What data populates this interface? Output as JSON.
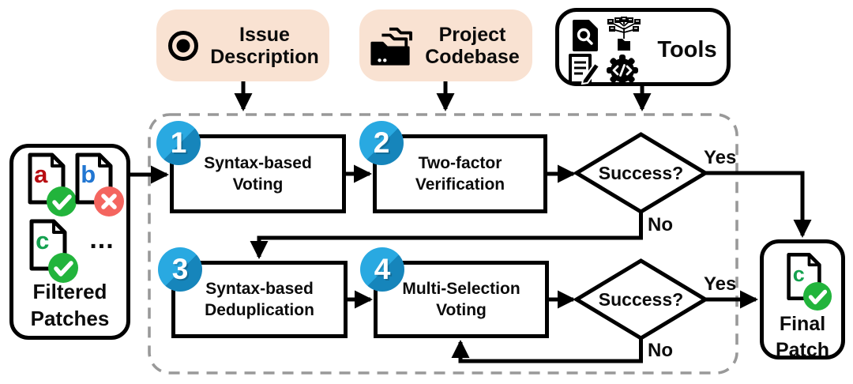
{
  "colors": {
    "panel_peach": "#f9e2d2",
    "badge_blue": "#29a9e1",
    "badge_blue_dark": "#1685bb",
    "status_green": "#22b43c",
    "status_red": "#f4655f",
    "letter_a_red": "#b80d12",
    "letter_b_blue": "#2176d2",
    "letter_c_green": "#14a14f",
    "dash_gray": "#999999",
    "line_black": "#000000"
  },
  "inputs": {
    "issue": {
      "label": "Issue\nDescription",
      "icon": "bullseye-icon"
    },
    "codebase": {
      "label": "Project\nCodebase",
      "icon": "folder-stack-icon"
    },
    "tools": {
      "label": "Tools",
      "icons": [
        "file-search-icon",
        "repo-map-icon",
        "edit-doc-icon",
        "code-gear-icon"
      ]
    }
  },
  "filtered": {
    "title": "Filtered\nPatches",
    "ellipsis": "...",
    "files": [
      {
        "letter": "a",
        "status": "pass"
      },
      {
        "letter": "b",
        "status": "fail"
      },
      {
        "letter": "c",
        "status": "pass"
      }
    ]
  },
  "steps": [
    {
      "num": "1",
      "label": "Syntax-based\nVoting"
    },
    {
      "num": "2",
      "label": "Two-factor\nVerification"
    },
    {
      "num": "3",
      "label": "Syntax-based\nDeduplication"
    },
    {
      "num": "4",
      "label": "Multi-Selection\nVoting"
    }
  ],
  "decisions": [
    {
      "label": "Success?",
      "yes": "Yes",
      "no": "No"
    },
    {
      "label": "Success?",
      "yes": "Yes",
      "no": "No"
    }
  ],
  "final": {
    "title": "Final\nPatch",
    "letter": "c",
    "status": "pass"
  }
}
